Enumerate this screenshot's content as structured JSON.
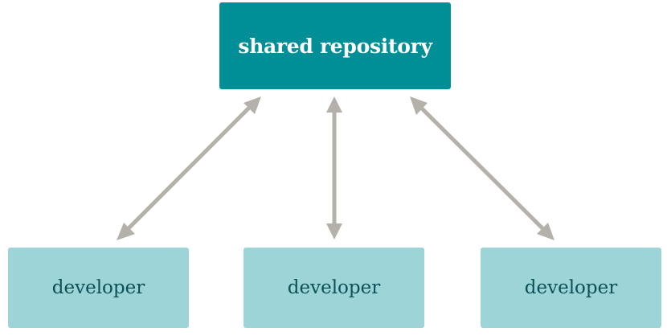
{
  "repository": {
    "label": "shared repository"
  },
  "developers": [
    {
      "label": "developer"
    },
    {
      "label": "developer"
    },
    {
      "label": "developer"
    }
  ],
  "colors": {
    "repository_fill": "#008f96",
    "repository_text": "#ffffff",
    "developer_fill": "#9dd4d8",
    "developer_text": "#0c5159",
    "arrow": "#b4b1ab"
  }
}
